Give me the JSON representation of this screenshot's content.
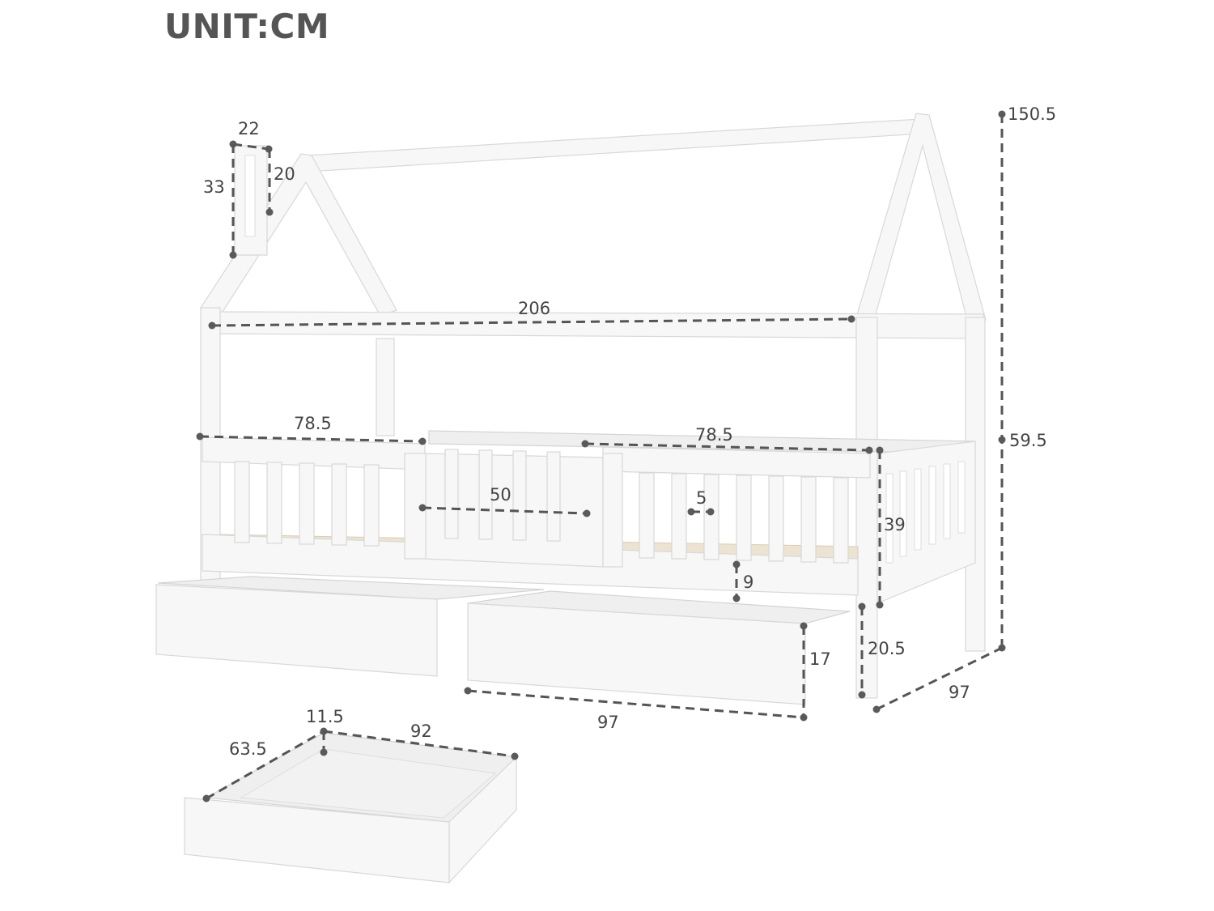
{
  "header": {
    "unit_label": "UNIT:CM"
  },
  "dimensions": {
    "chimney_width": "22",
    "chimney_height_outer": "33",
    "chimney_height_inner": "20",
    "total_height": "150.5",
    "roof_length": "206",
    "rail_left_length": "78.5",
    "rail_right_length": "78.5",
    "rail_gap": "50",
    "slat_gap": "5",
    "side_height": "59.5",
    "guard_height": "39",
    "under_clearance_gap": "9",
    "drawer_height": "17",
    "leg_height": "20.5",
    "bed_width": "97",
    "drawer_length": "97",
    "drawer_inner_depth": "11.5",
    "drawer_depth": "63.5",
    "drawer_inner_length": "92"
  },
  "colors": {
    "furniture": "#f7f7f7",
    "dimension_line": "#555555",
    "text": "#444444",
    "slats": "#ece3d2"
  }
}
